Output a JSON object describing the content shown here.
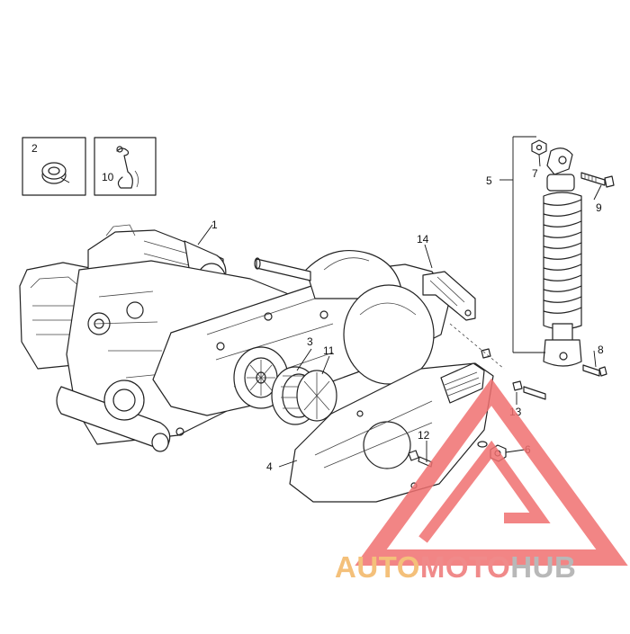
{
  "diagram": {
    "callouts": [
      {
        "id": "c1",
        "text": "1"
      },
      {
        "id": "c2",
        "text": "2"
      },
      {
        "id": "c3",
        "text": "3"
      },
      {
        "id": "c4",
        "text": "4"
      },
      {
        "id": "c5",
        "text": "5"
      },
      {
        "id": "c6",
        "text": "6"
      },
      {
        "id": "c7",
        "text": "7"
      },
      {
        "id": "c8",
        "text": "8"
      },
      {
        "id": "c9",
        "text": "9"
      },
      {
        "id": "c10",
        "text": "10"
      },
      {
        "id": "c11",
        "text": "11"
      },
      {
        "id": "c12",
        "text": "12"
      },
      {
        "id": "c13",
        "text": "13"
      },
      {
        "id": "c14",
        "text": "14"
      }
    ]
  },
  "watermark": {
    "part1": "AUTO",
    "part2": "MOTO",
    "part3": "HUB",
    "color_auto": "#f4c07a",
    "color_moto": "#f08a8a",
    "color_hub": "#b8b8b8",
    "triangle_color": "#f07070"
  }
}
